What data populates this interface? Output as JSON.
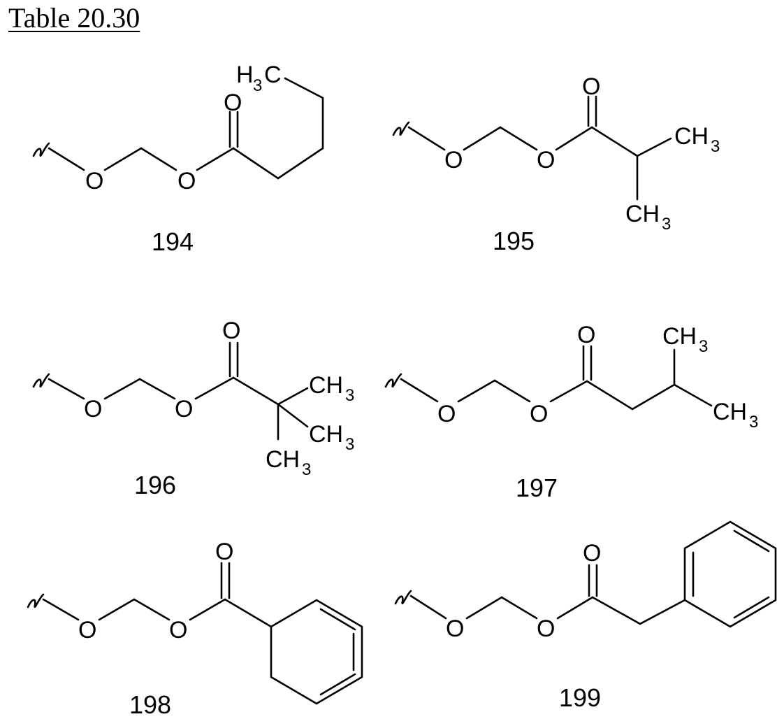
{
  "title": "Table 20.30",
  "atoms": {
    "oxygen": "O",
    "carbon_group": "CH",
    "methyl_lead": "H",
    "methyl_tail": "C",
    "subscript": "3"
  },
  "compounds": [
    {
      "number": "194"
    },
    {
      "number": "195"
    },
    {
      "number": "196"
    },
    {
      "number": "197"
    },
    {
      "number": "198"
    },
    {
      "number": "199"
    }
  ]
}
